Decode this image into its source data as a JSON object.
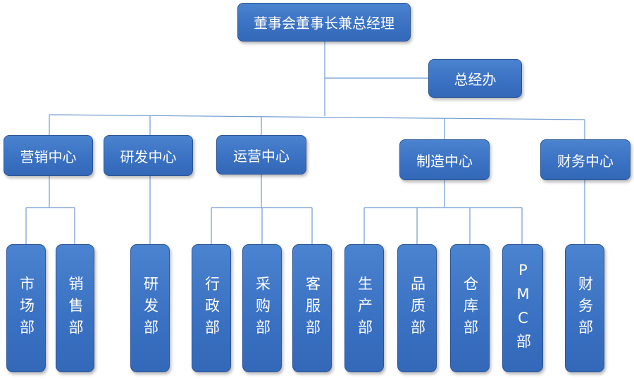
{
  "org_chart": {
    "root": "董事会董事长兼总经理",
    "office": "总经办",
    "centers": {
      "marketing": "营销中心",
      "rnd": "研发中心",
      "operations": "运营中心",
      "manufacturing": "制造中心",
      "finance": "财务中心"
    },
    "departments": {
      "market": "市场部",
      "sales": "销售部",
      "rnd": "研发部",
      "admin": "行政部",
      "purchasing": "采购部",
      "customer_service": "客服部",
      "production": "生产部",
      "quality": "品质部",
      "warehouse": "仓库部",
      "pmc": "PMC部",
      "finance": "财务部"
    }
  },
  "colors": {
    "box_fill": "#3b72c3",
    "box_border": "#2b5596",
    "connector": "#6f9bd0",
    "text": "#ffffff"
  }
}
